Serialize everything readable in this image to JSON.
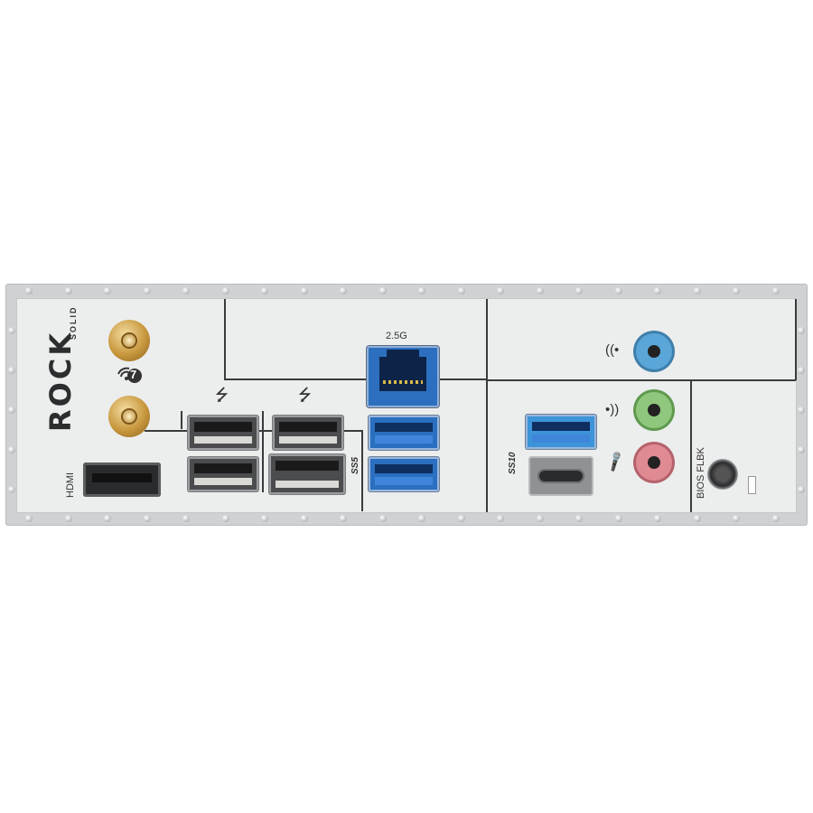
{
  "brand": {
    "logo_text": "ROCK",
    "sub_text": "SOLID"
  },
  "ports": {
    "hdmi_label": "HDMI",
    "lan_label": "2.5G",
    "usb5_label": "SS5",
    "usb10_label": "SS10",
    "bios_label": "BIOS FLBK",
    "usb_symbol": "⭍",
    "wifi_badge": "7"
  },
  "colors": {
    "audio_line_in": "#5aa6d8",
    "audio_line_out": "#8fc77d",
    "audio_mic": "#e08a94",
    "usb3": "#2a6fc0",
    "lan": "#2d6fbf",
    "antenna": "#c8983e"
  },
  "icons": [
    "wifi-icon",
    "usb-icon",
    "line-in-icon",
    "line-out-icon",
    "mic-icon"
  ]
}
